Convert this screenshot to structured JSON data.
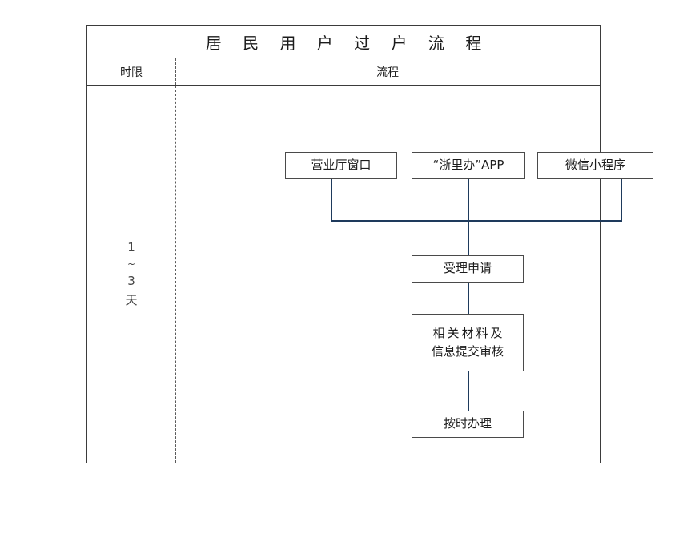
{
  "document": {
    "title": "居 民 用 户 过 户 流 程",
    "title_plain": "居民用户过户流程"
  },
  "table": {
    "headers": {
      "time_limit": "时限",
      "process": "流程"
    },
    "time_column": {
      "lines": [
        "1",
        "~",
        "3",
        "天"
      ],
      "value": "1~3天"
    }
  },
  "flowchart": {
    "type": "flowchart",
    "orientation": "top-down",
    "line_color": "#1e3a5c",
    "border_color": "#4a4a4a",
    "sources": [
      {
        "id": "src-1",
        "label": "营业厅窗口"
      },
      {
        "id": "src-2",
        "label": "“浙里办”APP"
      },
      {
        "id": "src-3",
        "label": "微信小程序"
      }
    ],
    "steps": [
      {
        "id": "step-1",
        "lines": [
          "受理申请"
        ]
      },
      {
        "id": "step-2",
        "lines": [
          "相关材料及",
          "信息提交审核"
        ]
      },
      {
        "id": "step-3",
        "lines": [
          "按时办理"
        ]
      }
    ],
    "edges": [
      {
        "from": "src-1",
        "to": "step-1"
      },
      {
        "from": "src-2",
        "to": "step-1"
      },
      {
        "from": "src-3",
        "to": "step-1"
      },
      {
        "from": "step-1",
        "to": "step-2"
      },
      {
        "from": "step-2",
        "to": "step-3"
      }
    ]
  }
}
